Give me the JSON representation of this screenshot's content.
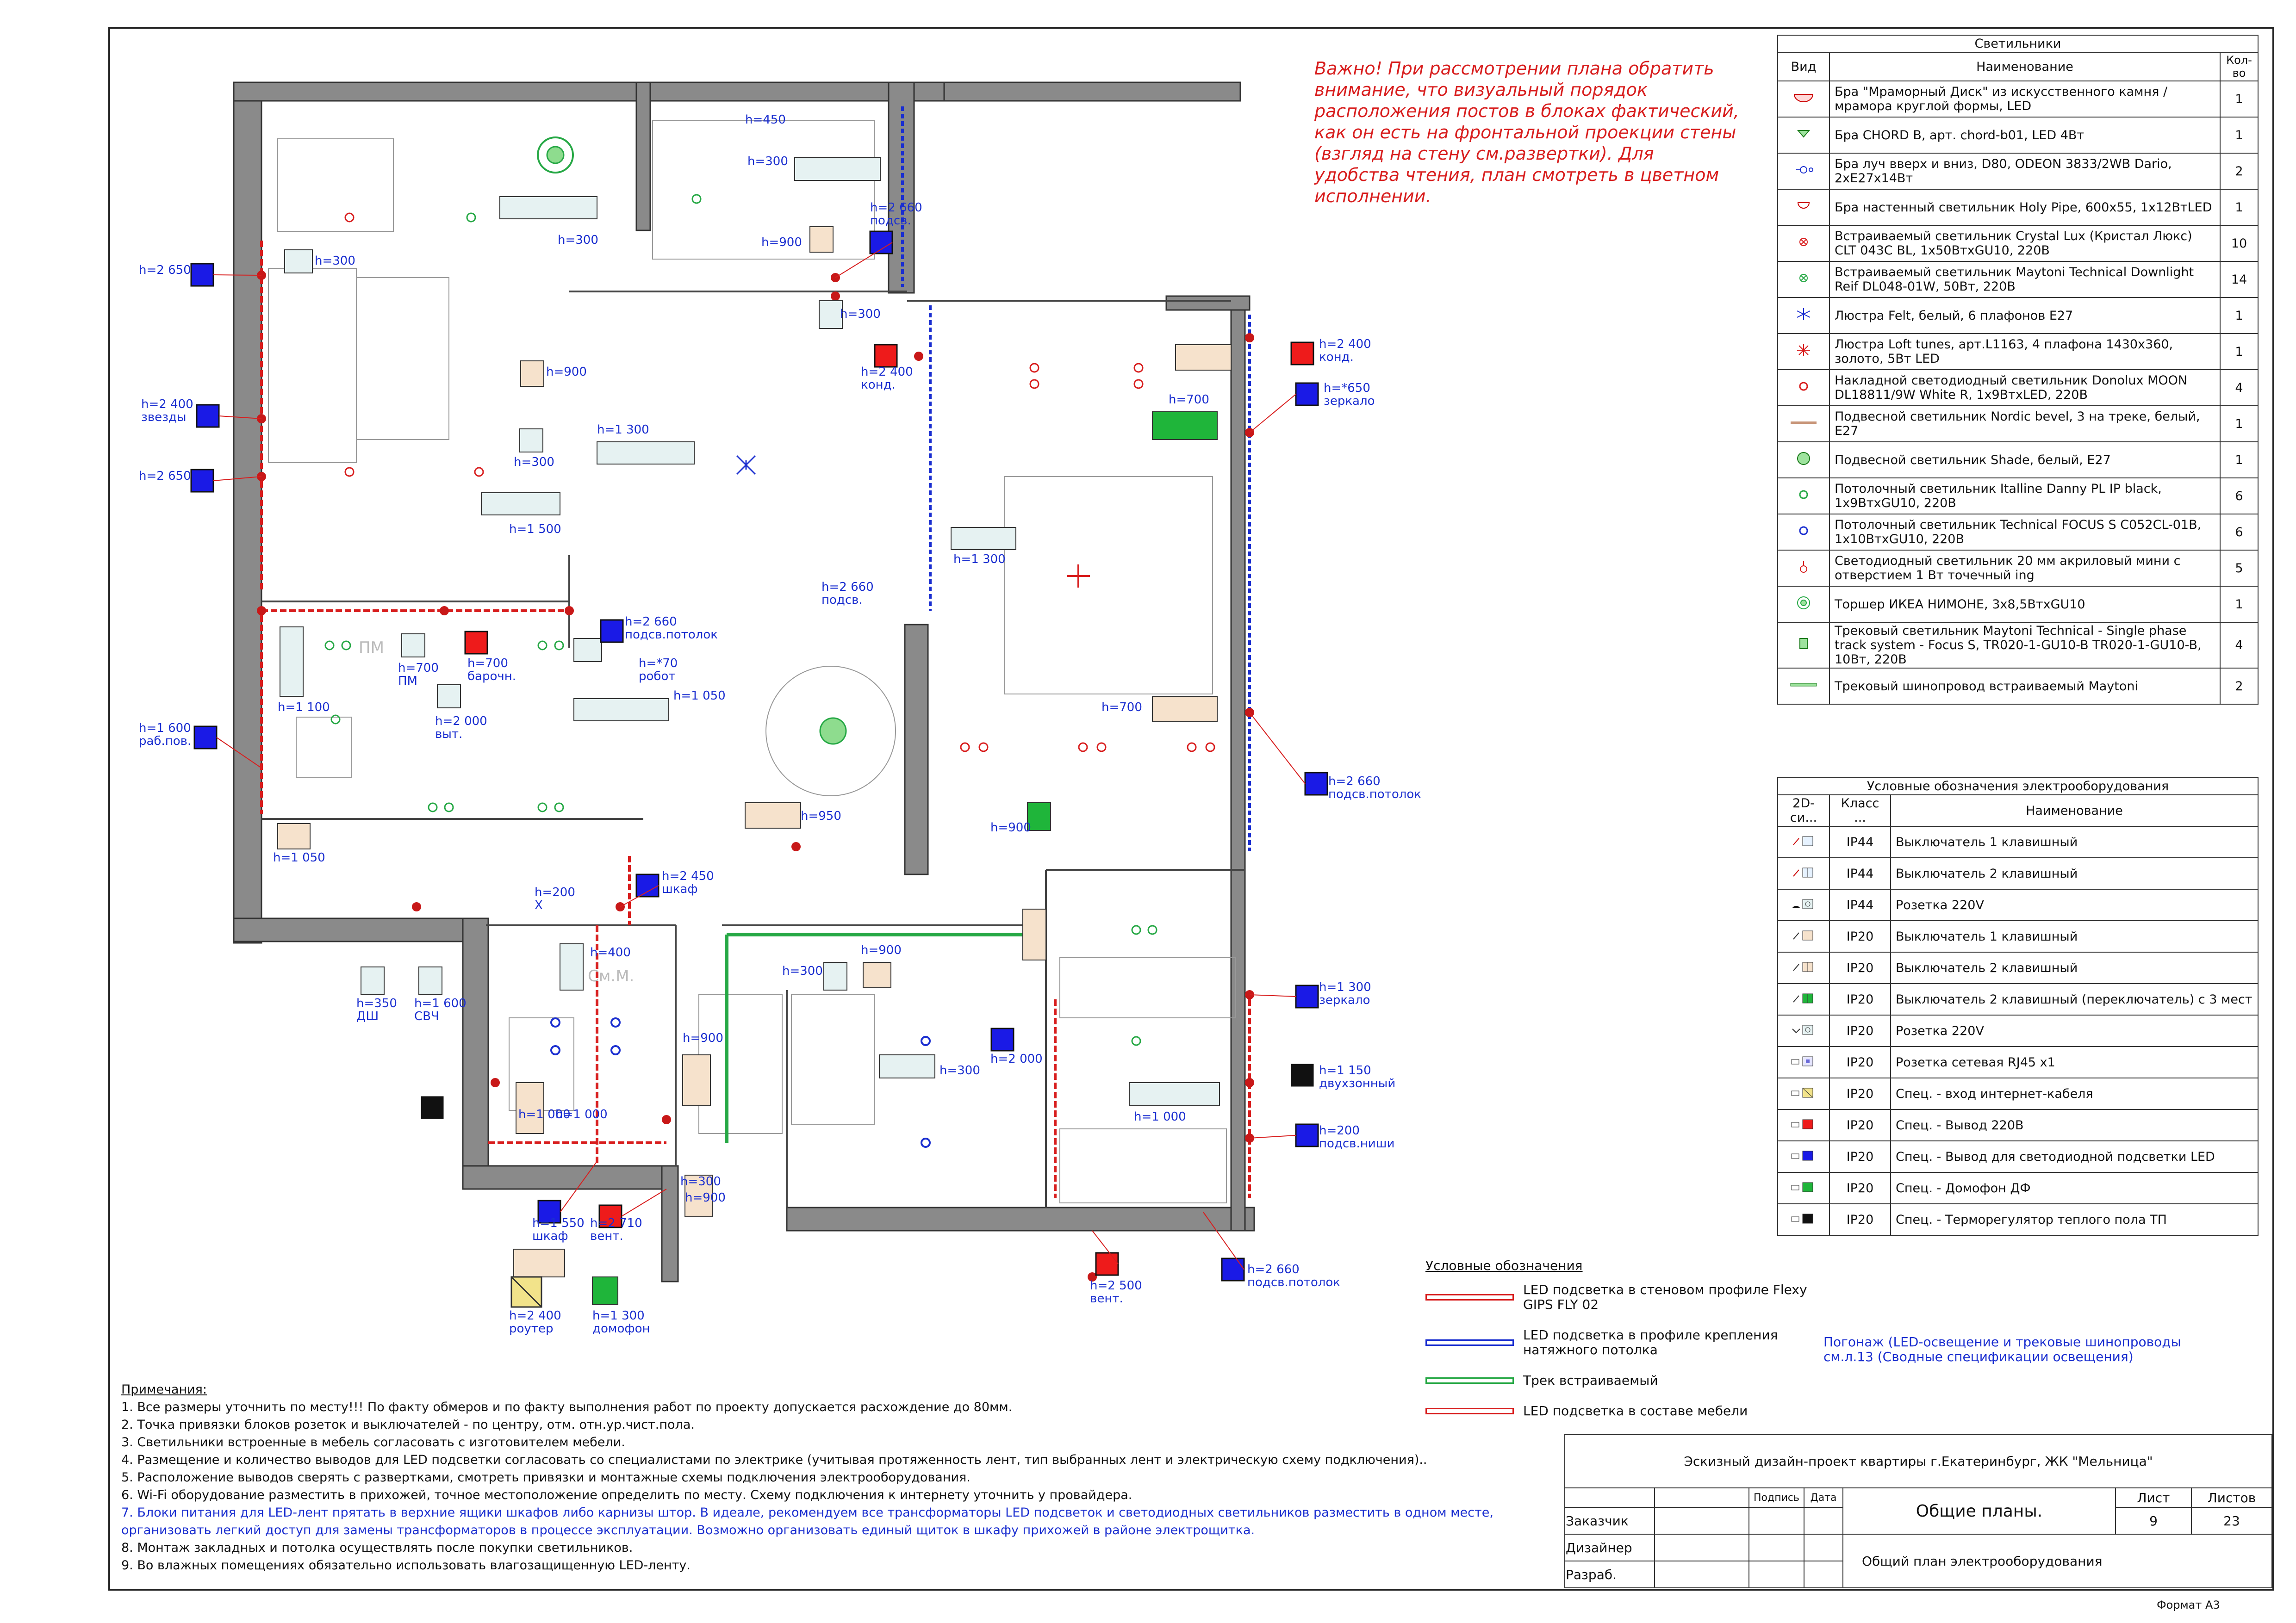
{
  "important_note": "Важно! При рассмотрении плана обратить внимание, что визуальный порядок расположения постов в блоках фактический, как он есть на фронтальной проекции стены (взгляд на стену см.развертки). Для удобства чтения, план смотреть в цветном исполнении.",
  "fixtures": {
    "title": "Светильники",
    "headers": {
      "view": "Вид",
      "name": "Наименование",
      "qty": "Кол-во"
    },
    "rows": [
      {
        "icon": "marble-disc-sconce-icon",
        "name": "Бра \"Мраморный Диск\" из искусственного камня / мрамора круглой формы, LED",
        "qty": "1"
      },
      {
        "icon": "chord-sconce-icon",
        "name": "Бра CHORD B, арт. chord-b01, LED 4Вт",
        "qty": "1"
      },
      {
        "icon": "updown-sconce-icon",
        "name": "Бра луч вверх и вниз, D80, ODEON 3833/2WB Dario, 2хE27х14Вт",
        "qty": "2"
      },
      {
        "icon": "holy-pipe-sconce-icon",
        "name": "Бра настенный светильник Holy Pipe, 600х55, 1х12ВтLED",
        "qty": "1"
      },
      {
        "icon": "recessed-crystal-icon",
        "name": "Встраиваемый светильник Crystal Lux (Кристал Люкс) CLT 043C BL, 1х50ВтхGU10, 220В",
        "qty": "10"
      },
      {
        "icon": "recessed-reif-icon",
        "name": "Встраиваемый светильник Maytoni Technical Downlight Reif DL048-01W, 50Вт, 220В",
        "qty": "14"
      },
      {
        "icon": "chandelier-felt-icon",
        "name": "Люстра Felt, белый, 6 плафонов E27",
        "qty": "1"
      },
      {
        "icon": "chandelier-loft-icon",
        "name": "Люстра Loft tunes, арт.L1163, 4 плафона 1430х360, золото, 5Вт LED",
        "qty": "1"
      },
      {
        "icon": "surface-moon-icon",
        "name": "Накладной светодиодный светильник Donolux MOON DL18811/9W White R, 1х9ВтхLED, 220В",
        "qty": "4"
      },
      {
        "icon": "pendant-nordic-icon",
        "name": "Подвесной светильник Nordic bevel, 3 на треке, белый, E27",
        "qty": "1"
      },
      {
        "icon": "pendant-shade-icon",
        "name": "Подвесной светильник Shade, белый, E27",
        "qty": "1"
      },
      {
        "icon": "ceiling-danny-icon",
        "name": "Потолочный светильник Italline Danny PL IP black, 1х9ВтхGU10, 220В",
        "qty": "6"
      },
      {
        "icon": "ceiling-focus-icon",
        "name": "Потолочный светильник Technical FOCUS S C052CL-01B, 1х10ВтхGU10, 220В",
        "qty": "6"
      },
      {
        "icon": "led-acrylic-mini-icon",
        "name": "Светодиодный светильник 20 мм акриловый мини с отверстием 1 Вт точечный ing",
        "qty": "5"
      },
      {
        "icon": "floor-lamp-icon",
        "name": "Торшер ИКЕА НИМОНЕ, 3х8,5ВтхGU10",
        "qty": "1"
      },
      {
        "icon": "track-light-icon",
        "name": "Трековый светильник Maytoni Technical - Single phase track system - Focus S, TR020-1-GU10-B TR020-1-GU10-B, 10Вт, 220В",
        "qty": "4"
      },
      {
        "icon": "track-bus-icon",
        "name": "Трековый шинопровод встраиваемый Maytoni",
        "qty": "2"
      }
    ]
  },
  "equipment": {
    "title": "Условные обозначения электрооборудования",
    "headers": {
      "symbol": "2D-си...",
      "class": "Класс ...",
      "name": "Наименование"
    },
    "rows": [
      {
        "icon": "switch-1-ip44-icon",
        "class": "IP44",
        "name": "Выключатель 1 клавишный"
      },
      {
        "icon": "switch-2-ip44-icon",
        "class": "IP44",
        "name": "Выключатель 2 клавишный"
      },
      {
        "icon": "socket-ip44-icon",
        "class": "IP44",
        "name": "Розетка 220V"
      },
      {
        "icon": "switch-1-ip20-icon",
        "class": "IP20",
        "name": "Выключатель 1 клавишный"
      },
      {
        "icon": "switch-2-ip20-icon",
        "class": "IP20",
        "name": "Выключатель 2 клавишный"
      },
      {
        "icon": "switch-3way-icon",
        "class": "IP20",
        "name": "Выключатель 2 клавишный (переключатель) с 3 мест"
      },
      {
        "icon": "socket-ip20-icon",
        "class": "IP20",
        "name": "Розетка 220V"
      },
      {
        "icon": "socket-rj45-icon",
        "class": "IP20",
        "name": "Розетка сетевая RJ45 х1"
      },
      {
        "icon": "spec-internet-icon",
        "class": "IP20",
        "name": "Спец. - вход интернет-кабеля"
      },
      {
        "icon": "spec-220-icon",
        "class": "IP20",
        "name": "Спец. - Вывод 220В"
      },
      {
        "icon": "spec-led-icon",
        "class": "IP20",
        "name": "Спец. - Вывод для светодиодной подсветки LED"
      },
      {
        "icon": "spec-intercom-icon",
        "class": "IP20",
        "name": "Спец. - Домофон ДФ"
      },
      {
        "icon": "spec-thermo-icon",
        "class": "IP20",
        "name": "Спец. - Терморегулятор теплого пола ТП"
      }
    ]
  },
  "legend": {
    "title": "Условные обозначения",
    "items": [
      {
        "color": "#d81e1e",
        "label": "LED подсветка в стеновом профиле Flexy GIPS FLY 02"
      },
      {
        "color": "#1b2fd0",
        "label": "LED подсветка в профиле крепления натяжного потолка"
      },
      {
        "color": "#26a845",
        "label": "Трек встраиваемый"
      },
      {
        "color": "#d81e1e",
        "label": "LED подсветка в составе мебели"
      }
    ]
  },
  "pogonazh_note": "Погонаж (LED-освещение и трековые шинопроводы см.л.13 (Сводные спецификации освещения)",
  "notes": {
    "title": "Примечания:",
    "items": [
      {
        "text": "1. Все размеры уточнить по месту!!! По факту обмеров и по факту выполнения работ по проекту допускается расхождение до 80мм.",
        "blue": false
      },
      {
        "text": "2. Точка привязки блоков розеток и выключателей - по центру, отм. отн.ур.чист.пола.",
        "blue": false
      },
      {
        "text": "3. Светильники встроенные в мебель согласовать с изготовителем мебели.",
        "blue": false
      },
      {
        "text": "4. Размещение и количество выводов для LED подсветки согласовать со специалистами по электрике (учитывая протяженность лент, тип выбранных лент и электрическую схему подключения)..",
        "blue": false
      },
      {
        "text": "5. Расположение выводов сверять с развертками, смотреть привязки и монтажные схемы подключения электрооборудования.",
        "blue": false
      },
      {
        "text": "6. Wi-Fi оборудование разместить в прихожей, точное местоположение определить по месту. Схему подключения к интернету уточнить у провайдера.",
        "blue": false
      },
      {
        "text": "7. Блоки питания для LED-лент прятать в верхние ящики шкафов либо карнизы штор. В идеале, рекомендуем все трансформаторы LED подсветок и светодиодных светильников разместить в одном месте, организовать легкий доступ для замены трансформаторов в процессе эксплуатации. Возможно организовать единый щиток в шкафу прихожей в районе электрощитка.",
        "blue": true
      },
      {
        "text": "8. Монтаж закладных и потолка осуществлять после покупки светильников.",
        "blue": false
      },
      {
        "text": "9. Во влажных помещениях обязательно использовать влагозащищенную LED-ленту.",
        "blue": false
      }
    ]
  },
  "stamp": {
    "project": "Эскизный дизайн-проект квартиры г.Екатеринбург, ЖК \"Мельница\"",
    "podpis": "Подпись",
    "data": "Дата",
    "sheet_label": "Лист",
    "sheets_label": "Листов",
    "sheet": "9",
    "sheets": "23",
    "section": "Общие планы.",
    "plan_name": "Общий план электрооборудования",
    "roles": [
      "Заказчик",
      "Дизайнер",
      "Разраб."
    ],
    "format": "Формат А3"
  },
  "plan_labels": [
    "h=2 650",
    "h=300",
    "h=2 400 звезды",
    "h=2 650",
    "h=900",
    "h=300",
    "h=1 300",
    "h=1 500",
    "h=450",
    "h=300",
    "h=300",
    "h=2 660 подсв.",
    "h=900",
    "h=300",
    "h=2 400 конд.",
    "h=2 400 конд.",
    "h=*650 зеркало",
    "h=700",
    "h=1 300",
    "h=2 660 подсв.",
    "h=2 660 подсв.потолок",
    "h=*70 робот",
    "h=700 барочн.",
    "h=700 ПМ",
    "h=2 000 выт.",
    "h=1 100",
    "h=1 600 раб.пов.",
    "h=1 050",
    "h=1 050",
    "h=700",
    "h=950",
    "h=900",
    "h=2 660 подсв.потолок",
    "h=200 Х",
    "h=2 450 шкаф",
    "h=350 ДШ",
    "h=1 600 СВЧ",
    "h=900",
    "h=300",
    "h=400",
    "h=900",
    "h=1 000",
    "h=1 000",
    "h=300",
    "h=900",
    "h=1 550 шкаф",
    "h=2 710 вент.",
    "h=2 400 роутер",
    "h=1 300 домофон",
    "h=2 000",
    "h=300",
    "h=1 300 зеркало",
    "h=1 150 двухзонный",
    "h=1 000",
    "h=200 подсв.ниши",
    "h=2 500 вент.",
    "h=2 660 подсв.потолок"
  ],
  "plan_marks": [
    "ПМ",
    "См.М."
  ]
}
